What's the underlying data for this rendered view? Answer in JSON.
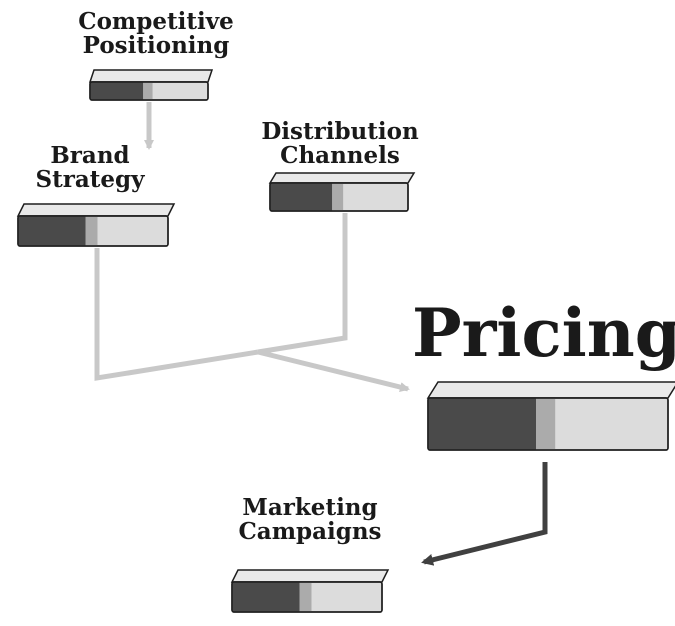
{
  "diagram": {
    "nodes": [
      {
        "id": "competitive",
        "lines": [
          "Competitive",
          "Positioning"
        ]
      },
      {
        "id": "brand",
        "lines": [
          "Brand",
          "Strategy"
        ]
      },
      {
        "id": "distribution",
        "lines": [
          "Distribution",
          "Channels"
        ]
      },
      {
        "id": "pricing",
        "lines": [
          "Pricing"
        ]
      },
      {
        "id": "marketing",
        "lines": [
          "Marketing",
          "Campaigns"
        ]
      }
    ],
    "edges": [
      {
        "from": "competitive",
        "to": "brand"
      },
      {
        "from": "brand",
        "to": "pricing"
      },
      {
        "from": "distribution",
        "to": "pricing"
      },
      {
        "from": "pricing",
        "to": "marketing"
      }
    ],
    "colors": {
      "box_top": "#e9e9e9",
      "box_front": "#dcdcdc",
      "box_dark": "#4a4a4a",
      "box_outline": "#1e1e1e",
      "connector_light": "#c8c8c8",
      "connector_dark": "#404040",
      "text": "#1a1a1a"
    }
  }
}
